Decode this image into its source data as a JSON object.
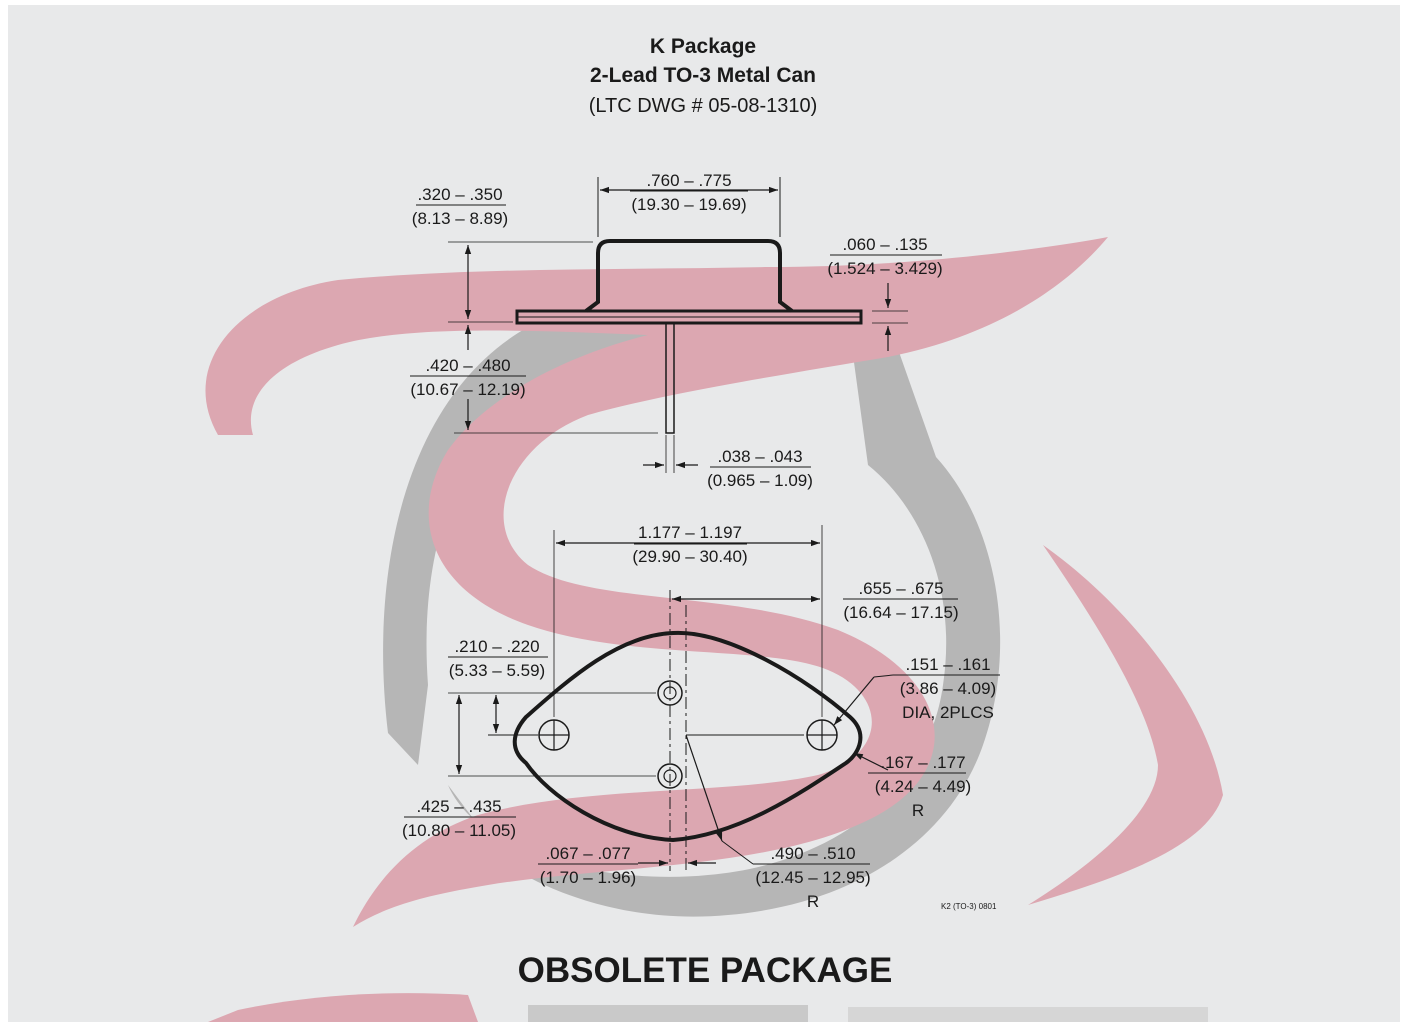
{
  "title": {
    "line1": "K Package",
    "line2": "2-Lead TO-3 Metal Can",
    "line3": "(LTC DWG # 05-08-1310)"
  },
  "dimensions": {
    "cap_width": {
      "in": ".760 – .775",
      "mm": "(19.30 – 19.69)"
    },
    "cap_height": {
      "in": ".320 – .350",
      "mm": "(8.13 – 8.89)"
    },
    "flange_thickness": {
      "in": ".060 – .135",
      "mm": "(1.524 – 3.429)"
    },
    "lead_length": {
      "in": ".420 – .480",
      "mm": "(10.67 – 12.19)"
    },
    "lead_dia": {
      "in": ".038 – .043",
      "mm": "(0.965 – 1.09)"
    },
    "mount_spacing": {
      "in": "1.177 – 1.197",
      "mm": "(29.90 – 30.40)"
    },
    "center_to_hole": {
      "in": ".655 – .675",
      "mm": "(16.64 – 17.15)"
    },
    "lead_offset": {
      "in": ".210 – .220",
      "mm": "(5.33 – 5.59)"
    },
    "hole_dia": {
      "in": ".151 – .161",
      "mm": "(3.86 – 4.09)",
      "note": "DIA, 2PLCS"
    },
    "end_radius": {
      "in": ".167 – .177",
      "mm": "(4.24 – 4.49)",
      "note": "R"
    },
    "lead_spacing": {
      "in": ".425 – .435",
      "mm": "(10.80 – 11.05)"
    },
    "lead_center_offset": {
      "in": ".067 – .077",
      "mm": "(1.70 – 1.96)"
    },
    "body_radius": {
      "in": ".490 – .510",
      "mm": "(12.45 – 12.95)",
      "note": "R"
    }
  },
  "drawing_code": "K2 (TO-3) 0801",
  "status": "OBSOLETE PACKAGE",
  "colors": {
    "background": "#e8e9ea",
    "watermark_red": "#dca7b1",
    "watermark_gray": "#b6b6b6",
    "ink": "#1a1a1a"
  }
}
